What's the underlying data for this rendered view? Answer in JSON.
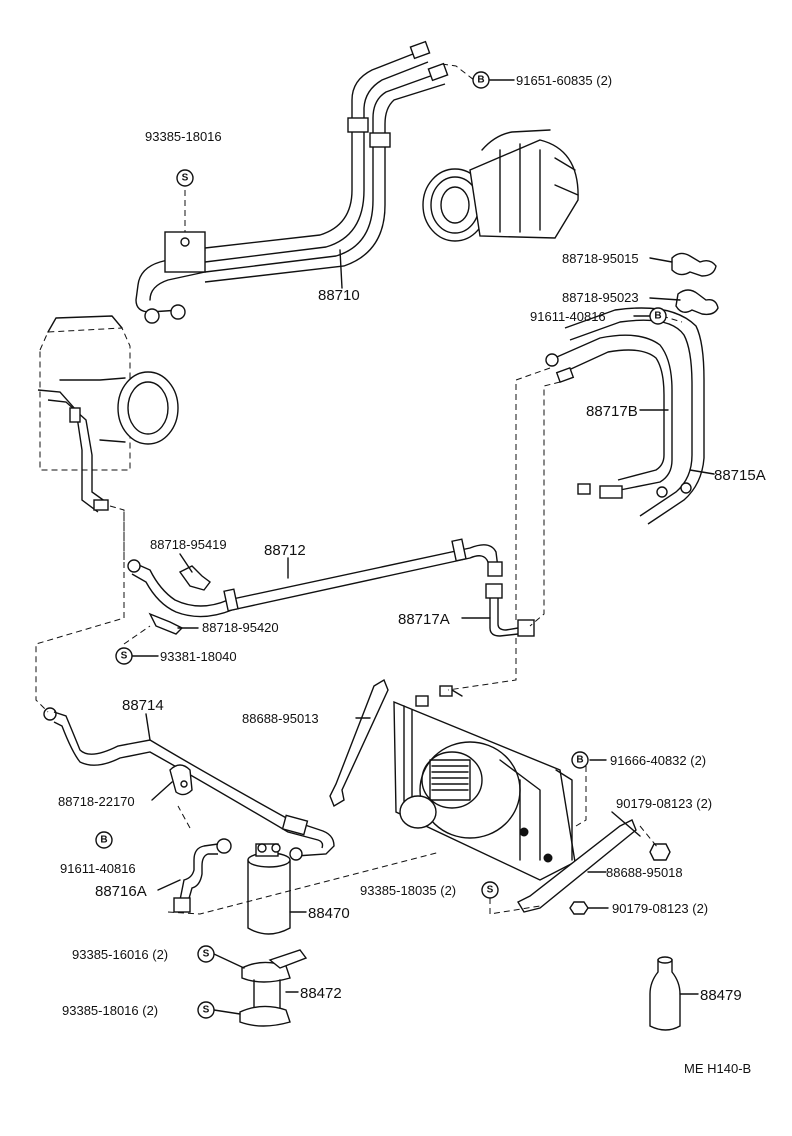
{
  "labels": {
    "p_91651": "91651-60835 (2)",
    "p_93385_18016_top": "93385-18016",
    "p_88710": "88710",
    "p_88718_95015": "88718-95015",
    "p_88718_95023": "88718-95023",
    "p_91611_top": "91611-40816",
    "p_88717B": "88717B",
    "p_88715A": "88715A",
    "p_88718_95419": "88718-95419",
    "p_88712": "88712",
    "p_88717A": "88717A",
    "p_88718_95420": "88718-95420",
    "p_93381": "93381-18040",
    "p_88714": "88714",
    "p_88688_95013": "88688-95013",
    "p_91666": "91666-40832 (2)",
    "p_88718_22170": "88718-22170",
    "p_90179_a": "90179-08123 (2)",
    "p_91611_bot": "91611-40816",
    "p_88716A": "88716A",
    "p_88688_95018": "88688-95018",
    "p_93385_18035": "93385-18035 (2)",
    "p_90179_b": "90179-08123 (2)",
    "p_88470": "88470",
    "p_93385_16016": "93385-16016 (2)",
    "p_88472": "88472",
    "p_93385_18016_bot": "93385-18016 (2)",
    "p_88479": "88479",
    "ref_code": "ME  H140-B"
  },
  "symbols": {
    "bolt": "B",
    "screw": "S"
  }
}
